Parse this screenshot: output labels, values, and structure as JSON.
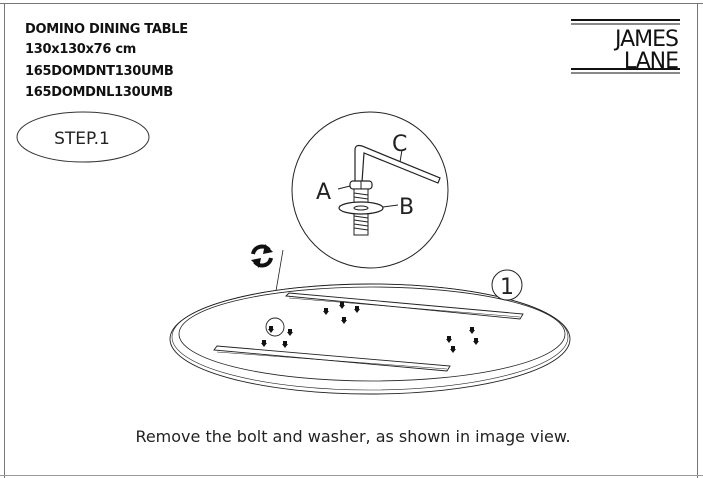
{
  "header": {
    "product_name": "DOMINO DINING TABLE",
    "dimensions": "130x130x76 cm",
    "code_1": "165DOMDNT130UMB",
    "code_2": "165DOMDNL130UMB"
  },
  "logo": {
    "line1": "JAMES",
    "line2": "LANE"
  },
  "step_label": "STEP.1",
  "detail_labels": {
    "a": "A",
    "b": "B",
    "c": "C"
  },
  "part_number": "1",
  "instruction": "Remove the bolt and washer, as shown in image view.",
  "icons": {
    "rotate": "rotate-arrows-icon"
  }
}
